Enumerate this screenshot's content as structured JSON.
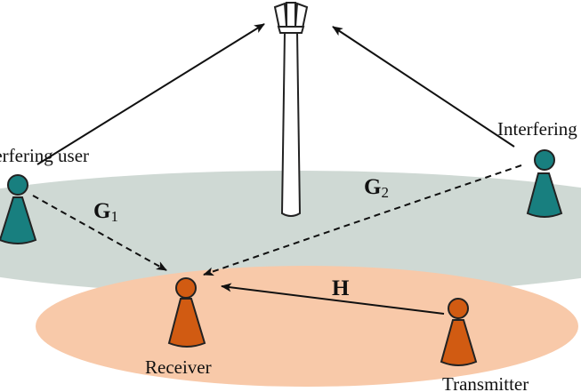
{
  "colors": {
    "macro_cell": "#cfd9d4",
    "small_cell": "#f8c9a9",
    "interferer_user": "#187f7f",
    "small_cell_user": "#d15b12",
    "arrow": "#111111",
    "tower": "#ffffff"
  },
  "labels": {
    "interfering_user_left": "Interfering user",
    "interfering_user_right": "Interfering user",
    "receiver": "Receiver",
    "transmitter": "Transmitter"
  },
  "channels": {
    "g1": {
      "main": "G",
      "sub": "1"
    },
    "g2": {
      "main": "G",
      "sub": "2"
    },
    "h": {
      "main": "H"
    }
  },
  "icons": {
    "tower": "base-station-tower-icon",
    "user": "user-pawn-icon"
  }
}
